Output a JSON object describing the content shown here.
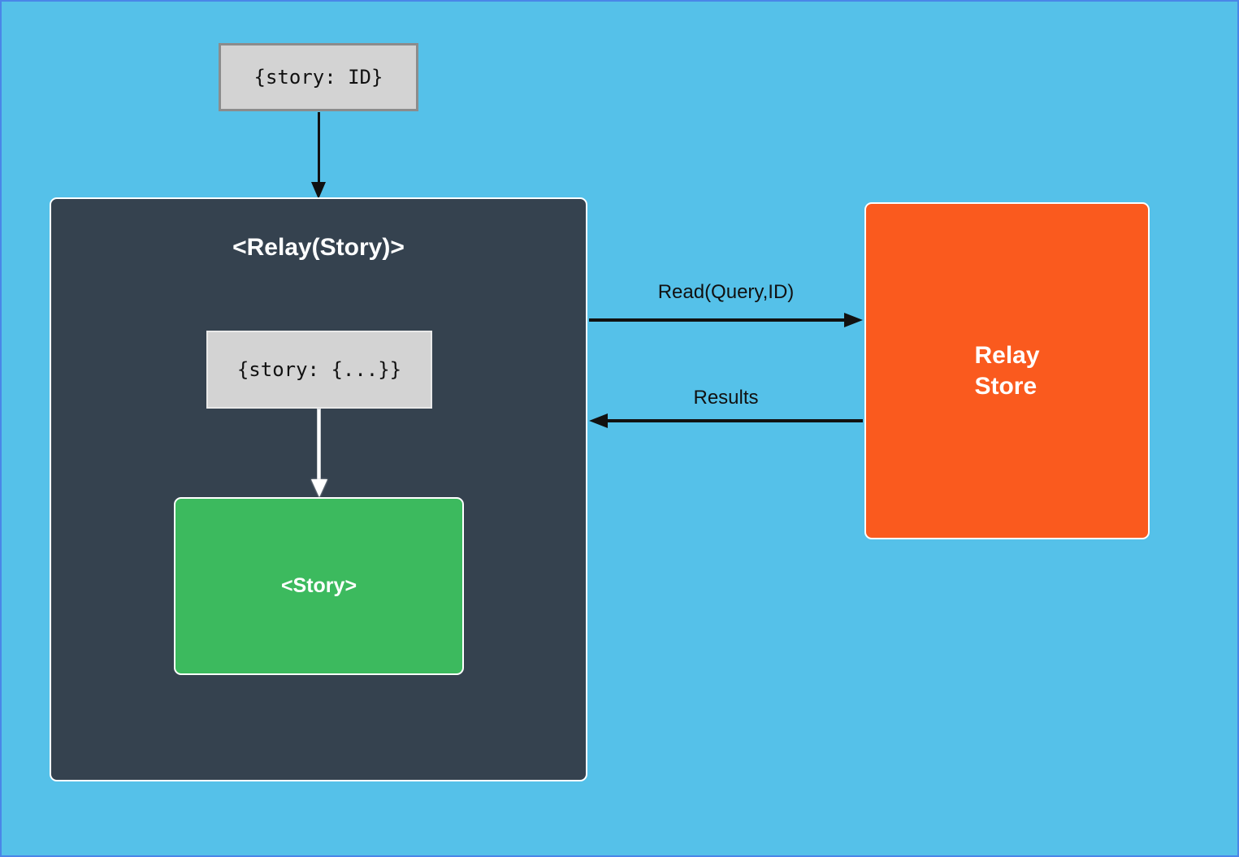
{
  "colors": {
    "background": "#55C1E9",
    "frame_border": "#4A86E8",
    "relay_container_fill": "#35424F",
    "story_fill": "#3CBA5E",
    "relay_store_fill": "#FA5A1E",
    "props_box_fill": "#D3D3D3",
    "arrow_black": "#111111",
    "arrow_white": "#FFFFFF"
  },
  "nodes": {
    "props_input": {
      "label": "{story: ID}"
    },
    "relay_container": {
      "title": "<Relay(Story)>"
    },
    "inner_props": {
      "label": "{story: {...}}"
    },
    "story": {
      "label": "<Story>"
    },
    "relay_store": {
      "line1": "Relay",
      "line2": "Store"
    }
  },
  "edges": {
    "read": {
      "label": "Read(Query,ID)"
    },
    "results": {
      "label": "Results"
    }
  }
}
